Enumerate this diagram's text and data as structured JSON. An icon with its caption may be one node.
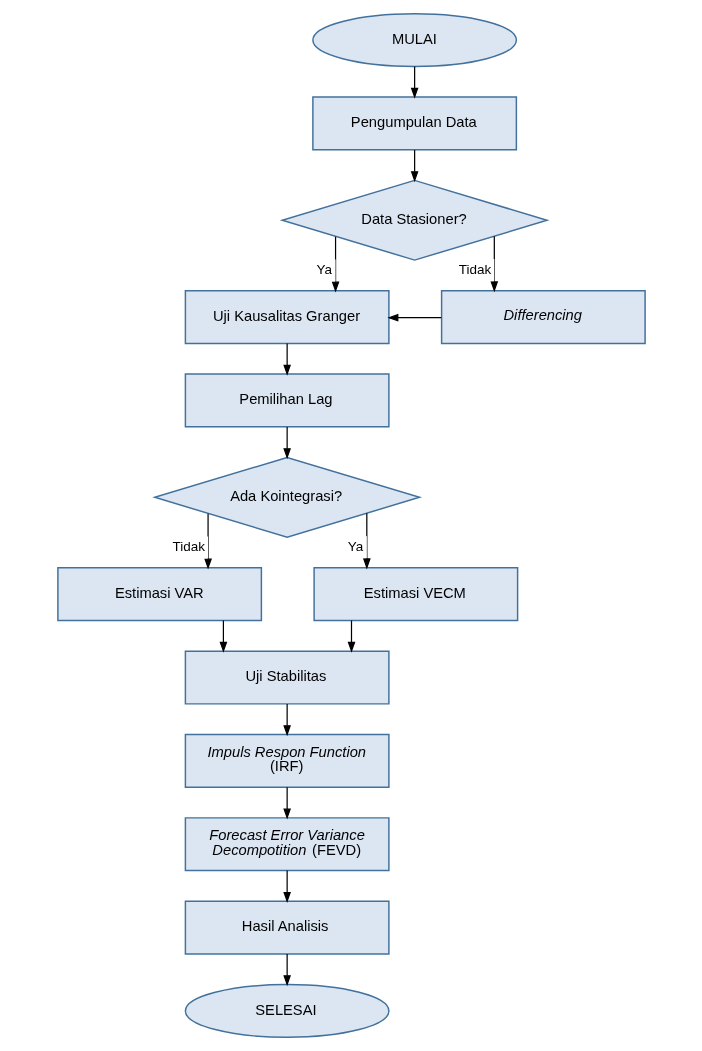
{
  "diagram": {
    "nodes": [
      {
        "text": [
          "MULAI"
        ]
      },
      {
        "text": [
          "Pengumpulan Data"
        ]
      },
      {
        "text": [
          "Data Stasioner?"
        ]
      },
      {
        "text": [
          "Uji Kausalitas Granger"
        ]
      },
      {
        "text": [
          "Differencing"
        ]
      },
      {
        "text": [
          "Pemilihan Lag"
        ]
      },
      {
        "text": [
          "Ada Kointegrasi?"
        ]
      },
      {
        "text": [
          "Estimasi VAR"
        ]
      },
      {
        "text": [
          "Estimasi VECM"
        ]
      },
      {
        "text": [
          "Uji Stabilitas"
        ]
      },
      {
        "text": [
          "*Impuls Respon Function* (IRF)"
        ]
      },
      {
        "text": [
          "*Forecast Error Variance Decompotition* (FEVD)"
        ]
      },
      {
        "text": [
          "Hasil Analisis"
        ]
      },
      {
        "text": [
          "SELESAI"
        ]
      }
    ],
    "edges": [
      {
        "from": 0,
        "to": 1,
        "arrow": "to"
      },
      {
        "from": 1,
        "to": 2,
        "arrow": "to"
      },
      {
        "from": 2,
        "to": 3,
        "arrow": "to",
        "label": "Ya"
      },
      {
        "from": 2,
        "to": 4,
        "arrow": "to",
        "label": "Tidak"
      },
      {
        "from": 4,
        "to": 3,
        "arrow": "to"
      },
      {
        "from": 3,
        "to": 5,
        "arrow": "to"
      },
      {
        "from": 5,
        "to": 6,
        "arrow": "to"
      },
      {
        "from": 6,
        "to": 7,
        "arrow": "to",
        "label": "Tidak"
      },
      {
        "from": 6,
        "to": 8,
        "arrow": "to",
        "label": "Ya"
      },
      {
        "from": 7,
        "to": 9,
        "arrow": "to"
      },
      {
        "from": 8,
        "to": 9,
        "arrow": "to"
      },
      {
        "from": 9,
        "to": 10,
        "arrow": "to"
      },
      {
        "from": 10,
        "to": 11,
        "arrow": "to"
      },
      {
        "from": 11,
        "to": 12,
        "arrow": "to"
      },
      {
        "from": 12,
        "to": 13,
        "arrow": "to"
      }
    ]
  }
}
